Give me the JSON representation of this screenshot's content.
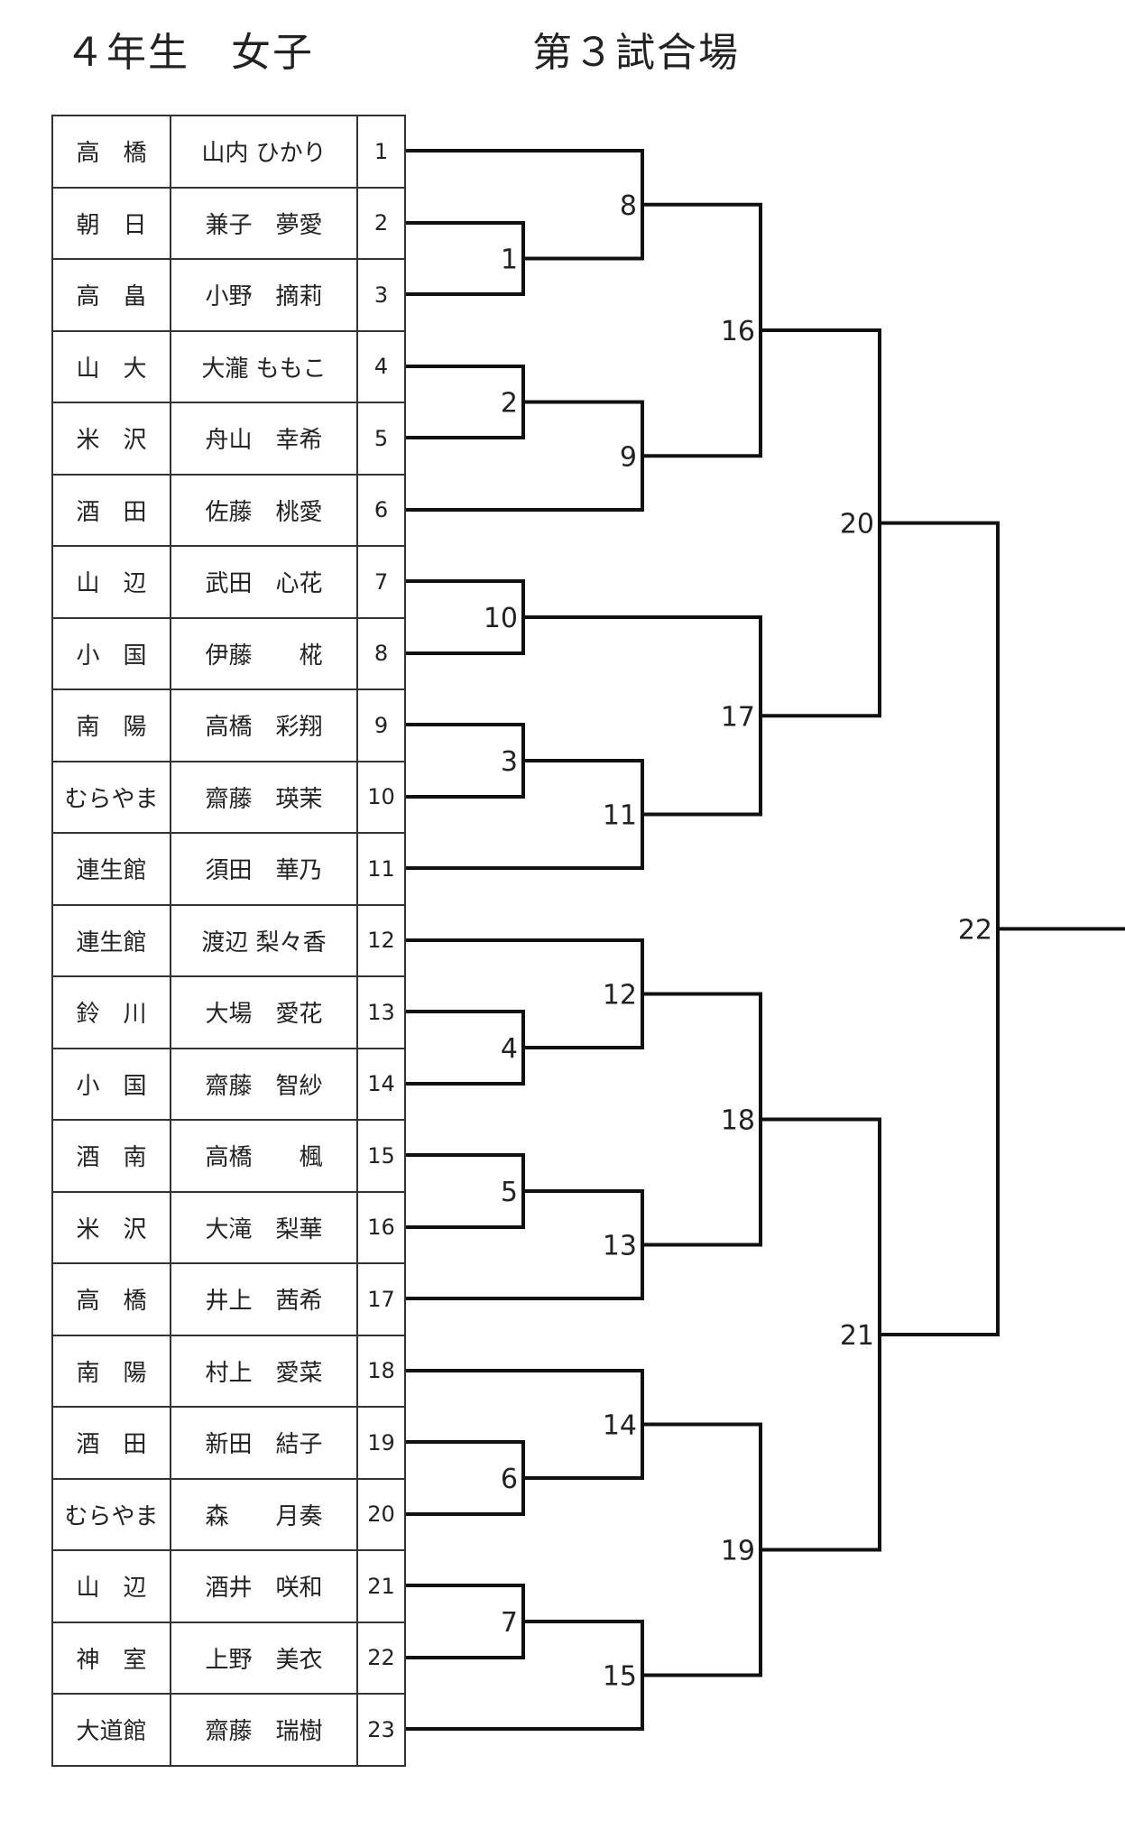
{
  "header": {
    "grade": "４年生　女子",
    "venue": "第３試合場"
  },
  "entries": [
    {
      "team": "高　橋",
      "player": "山内 ひかり",
      "seed": "1"
    },
    {
      "team": "朝　日",
      "player": "兼子　夢愛",
      "seed": "2"
    },
    {
      "team": "高　畠",
      "player": "小野　摘莉",
      "seed": "3"
    },
    {
      "team": "山　大",
      "player": "大瀧 ももこ",
      "seed": "4"
    },
    {
      "team": "米　沢",
      "player": "舟山　幸希",
      "seed": "5"
    },
    {
      "team": "酒　田",
      "player": "佐藤　桃愛",
      "seed": "6"
    },
    {
      "team": "山　辺",
      "player": "武田　心花",
      "seed": "7"
    },
    {
      "team": "小　国",
      "player": "伊藤　　椛",
      "seed": "8"
    },
    {
      "team": "南　陽",
      "player": "高橋　彩翔",
      "seed": "9"
    },
    {
      "team": "むらやま",
      "player": "齋藤　瑛茉",
      "seed": "10"
    },
    {
      "team": "連生館",
      "player": "須田　華乃",
      "seed": "11"
    },
    {
      "team": "連生館",
      "player": "渡辺 梨々香",
      "seed": "12"
    },
    {
      "team": "鈴　川",
      "player": "大場　愛花",
      "seed": "13"
    },
    {
      "team": "小　国",
      "player": "齋藤　智紗",
      "seed": "14"
    },
    {
      "team": "酒　南",
      "player": "高橋　　楓",
      "seed": "15"
    },
    {
      "team": "米　沢",
      "player": "大滝　梨華",
      "seed": "16"
    },
    {
      "team": "高　橋",
      "player": "井上　茜希",
      "seed": "17"
    },
    {
      "team": "南　陽",
      "player": "村上　愛菜",
      "seed": "18"
    },
    {
      "team": "酒　田",
      "player": "新田　結子",
      "seed": "19"
    },
    {
      "team": "むらやま",
      "player": "森　　月奏",
      "seed": "20"
    },
    {
      "team": "山　辺",
      "player": "酒井　咲和",
      "seed": "21"
    },
    {
      "team": "神　室",
      "player": "上野　美衣",
      "seed": "22"
    },
    {
      "team": "大道館",
      "player": "齋藤　瑞樹",
      "seed": "23"
    }
  ],
  "matches": [
    {
      "id": "1",
      "a": "e2",
      "b": "e3"
    },
    {
      "id": "2",
      "a": "e4",
      "b": "e5"
    },
    {
      "id": "3",
      "a": "e9",
      "b": "e10"
    },
    {
      "id": "4",
      "a": "e13",
      "b": "e14"
    },
    {
      "id": "5",
      "a": "e15",
      "b": "e16"
    },
    {
      "id": "6",
      "a": "e19",
      "b": "e20"
    },
    {
      "id": "7",
      "a": "e21",
      "b": "e22"
    },
    {
      "id": "8",
      "a": "e1",
      "b": "m1"
    },
    {
      "id": "9",
      "a": "m2",
      "b": "e6"
    },
    {
      "id": "10",
      "a": "e7",
      "b": "e8"
    },
    {
      "id": "11",
      "a": "m3",
      "b": "e11"
    },
    {
      "id": "12",
      "a": "e12",
      "b": "m4"
    },
    {
      "id": "13",
      "a": "m5",
      "b": "e17"
    },
    {
      "id": "14",
      "a": "e18",
      "b": "m6"
    },
    {
      "id": "15",
      "a": "m7",
      "b": "e23"
    },
    {
      "id": "16",
      "a": "m8",
      "b": "m9"
    },
    {
      "id": "17",
      "a": "m10",
      "b": "m11"
    },
    {
      "id": "18",
      "a": "m12",
      "b": "m13"
    },
    {
      "id": "19",
      "a": "m14",
      "b": "m15"
    },
    {
      "id": "20",
      "a": "m16",
      "b": "m17"
    },
    {
      "id": "21",
      "a": "m18",
      "b": "m19"
    },
    {
      "id": "22",
      "a": "m20",
      "b": "m21"
    }
  ]
}
